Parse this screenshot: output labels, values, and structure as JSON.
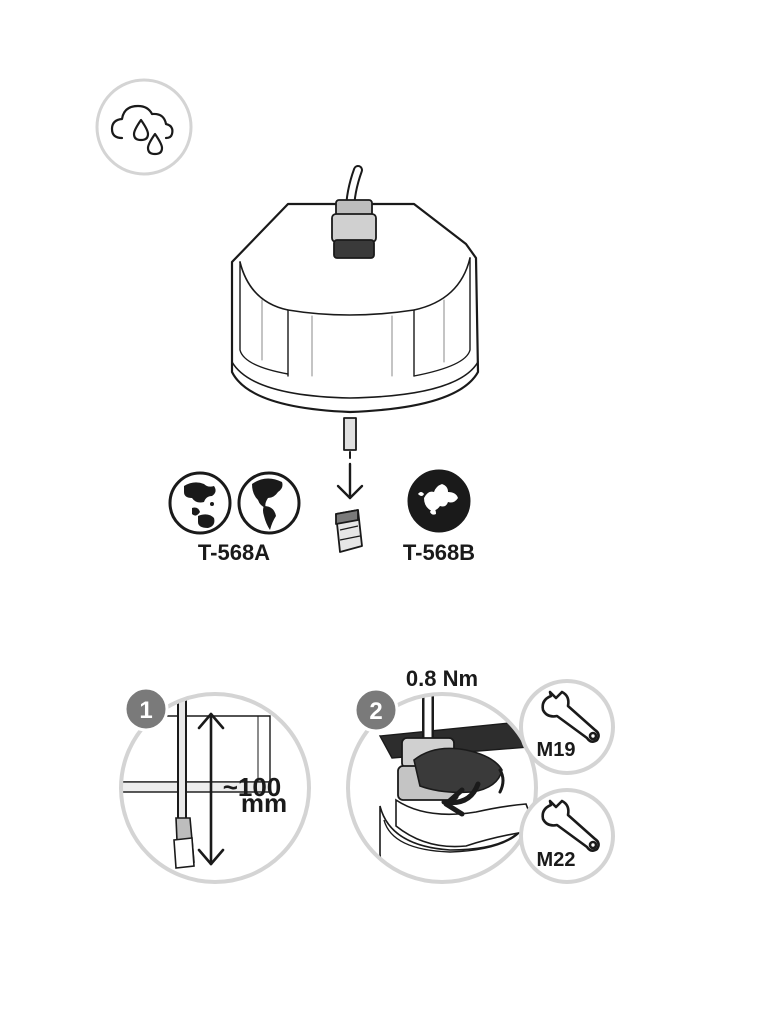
{
  "icons": {
    "environment": "cloud-rain-icon",
    "globe_asia": "globe-asia-australia-icon",
    "globe_americas": "globe-americas-icon",
    "globe_europe": "globe-europe-icon",
    "connector": "rj45-connector-icon",
    "wrench": "wrench-icon"
  },
  "labels": {
    "standard_a": "T-568A",
    "standard_b": "T-568B"
  },
  "steps": [
    {
      "number": "1",
      "length_value": "~100",
      "length_unit": "mm"
    },
    {
      "number": "2",
      "torque": "0.8 Nm",
      "wrench_small": "M19",
      "wrench_large": "M22"
    }
  ],
  "colors": {
    "line": "#1a1a1a",
    "circle_border": "#d4d4d4",
    "step_badge": "#7a7a7a",
    "device_shade": "#e6e6e6"
  }
}
